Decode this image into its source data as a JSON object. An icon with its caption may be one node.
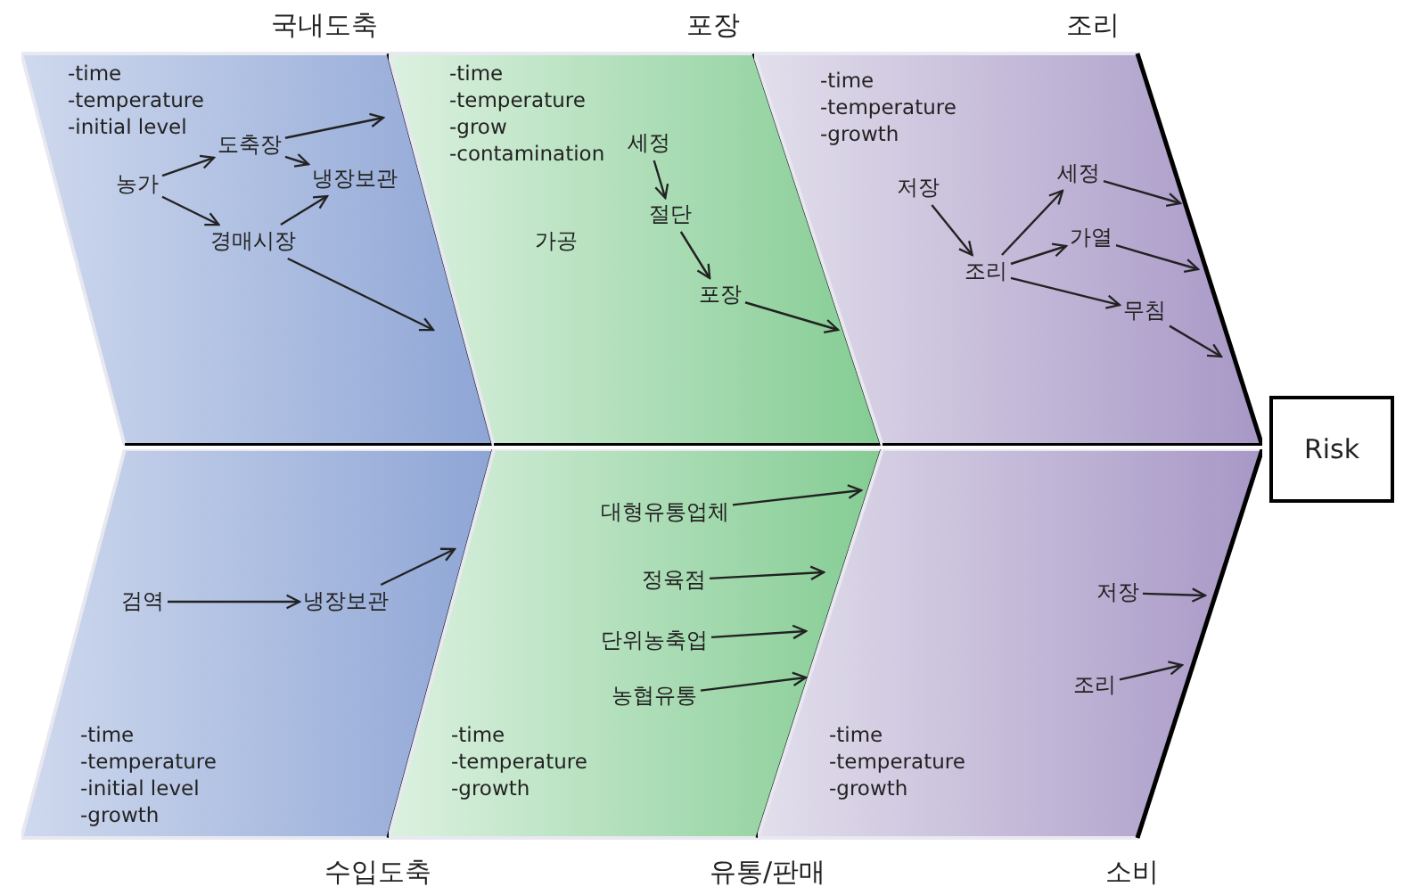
{
  "diagram": {
    "nodes": [
      {
        "text": [
          "국내도축",
          "-time",
          "-temperature",
          "-initial level"
        ]
      },
      {
        "text": [
          "농가"
        ],
        "in": 0
      },
      {
        "text": [
          "도축장"
        ],
        "in": 0
      },
      {
        "text": [
          "냉장보관"
        ],
        "in": 0
      },
      {
        "text": [
          "경매시장"
        ],
        "in": 0
      },
      {
        "text": [
          "포장",
          "-time",
          "-temperature",
          "-grow",
          "-contamination"
        ]
      },
      {
        "text": [
          "세정"
        ],
        "in": 5
      },
      {
        "text": [
          "절단"
        ],
        "in": 5
      },
      {
        "text": [
          "포장"
        ],
        "in": 5
      },
      {
        "text": [
          "조리",
          "-time",
          "-temperature",
          "-growth"
        ]
      },
      {
        "text": [
          "저장"
        ],
        "in": 9
      },
      {
        "text": [
          "세정"
        ],
        "in": 9
      },
      {
        "text": [
          "조리"
        ],
        "in": 9
      },
      {
        "text": [
          "가열"
        ],
        "in": 9
      },
      {
        "text": [
          "무침"
        ],
        "in": 9
      },
      {
        "text": [
          "Risk"
        ]
      },
      {
        "text": [
          "수입도축",
          "-time",
          "-temperature",
          "-initial level",
          "-growth"
        ]
      },
      {
        "text": [
          "검역"
        ],
        "in": 16
      },
      {
        "text": [
          "냉장보관"
        ],
        "in": 16
      },
      {
        "text": [
          "유통/판매",
          "-time",
          "-temperature",
          "-growth"
        ]
      },
      {
        "text": [
          "대형유통업체"
        ],
        "in": 19
      },
      {
        "text": [
          "정육점"
        ],
        "in": 19
      },
      {
        "text": [
          "단위농축업"
        ],
        "in": 19
      },
      {
        "text": [
          "농협유통"
        ],
        "in": 19
      },
      {
        "text": [
          "소비",
          "-time",
          "-temperature",
          "-growth"
        ]
      },
      {
        "text": [
          "저장"
        ],
        "in": 24
      },
      {
        "text": [
          "조리"
        ],
        "in": 24
      }
    ],
    "edges": [
      {
        "from": 1,
        "to": 2,
        "arrow": "to"
      },
      {
        "from": 2,
        "to": null,
        "arrow": "to"
      },
      {
        "from": 2,
        "to": 3,
        "arrow": "to"
      },
      {
        "from": 1,
        "to": 4,
        "arrow": "to"
      },
      {
        "from": 4,
        "to": 3,
        "arrow": "to"
      },
      {
        "from": 4,
        "to": null,
        "arrow": "to"
      },
      {
        "from": 6,
        "to": 7,
        "arrow": "to"
      },
      {
        "from": 7,
        "to": 8,
        "arrow": "to"
      },
      {
        "from": 8,
        "to": null,
        "arrow": "to"
      },
      {
        "from": 10,
        "to": 12,
        "arrow": "to"
      },
      {
        "from": 12,
        "to": 11,
        "arrow": "to"
      },
      {
        "from": 12,
        "to": 13,
        "arrow": "to"
      },
      {
        "from": 12,
        "to": 14,
        "arrow": "to"
      },
      {
        "from": 11,
        "to": null,
        "arrow": "to"
      },
      {
        "from": 13,
        "to": null,
        "arrow": "to"
      },
      {
        "from": 14,
        "to": null,
        "arrow": "to"
      },
      {
        "from": 17,
        "to": 18,
        "arrow": "to"
      },
      {
        "from": 18,
        "to": null,
        "arrow": "to"
      },
      {
        "from": 20,
        "to": null,
        "arrow": "to"
      },
      {
        "from": 21,
        "to": null,
        "arrow": "to"
      },
      {
        "from": 22,
        "to": null,
        "arrow": "to"
      },
      {
        "from": 23,
        "to": null,
        "arrow": "to"
      },
      {
        "from": 25,
        "to": null,
        "arrow": "to"
      },
      {
        "from": 26,
        "to": null,
        "arrow": "to"
      }
    ],
    "labels": [
      "가공"
    ]
  }
}
